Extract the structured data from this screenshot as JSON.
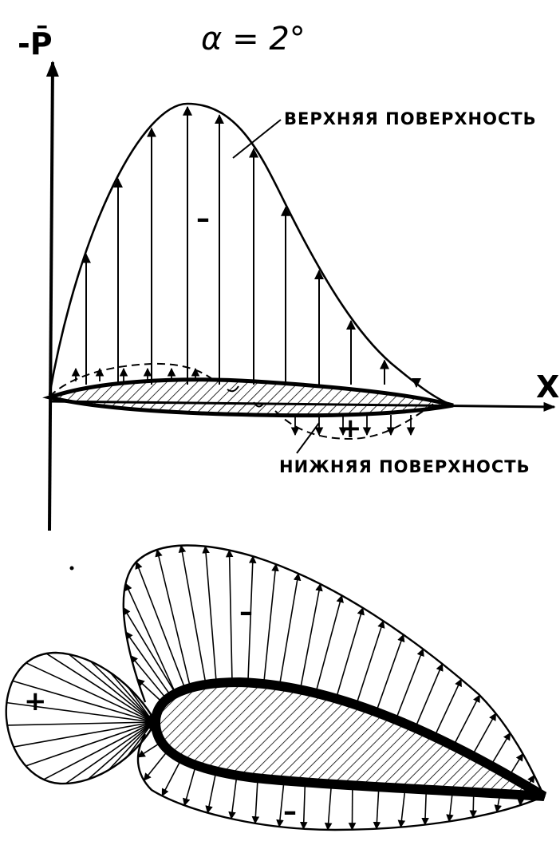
{
  "top_diagram": {
    "y_axis_label": "-P̄",
    "x_axis_label": "X",
    "angle_label": "α = 2°",
    "upper_surface_label": "ВЕРХНЯЯ ПОВЕРХНОСТЬ",
    "lower_surface_label": "НИЖНЯЯ ПОВЕРХНОСТЬ",
    "minus_sign": "–",
    "plus_sign": "+"
  },
  "bottom_diagram": {
    "minus_top": "–",
    "minus_bottom": "–",
    "plus_sign": "+"
  },
  "colors": {
    "ink": "#000000",
    "paper": "#ffffff"
  }
}
